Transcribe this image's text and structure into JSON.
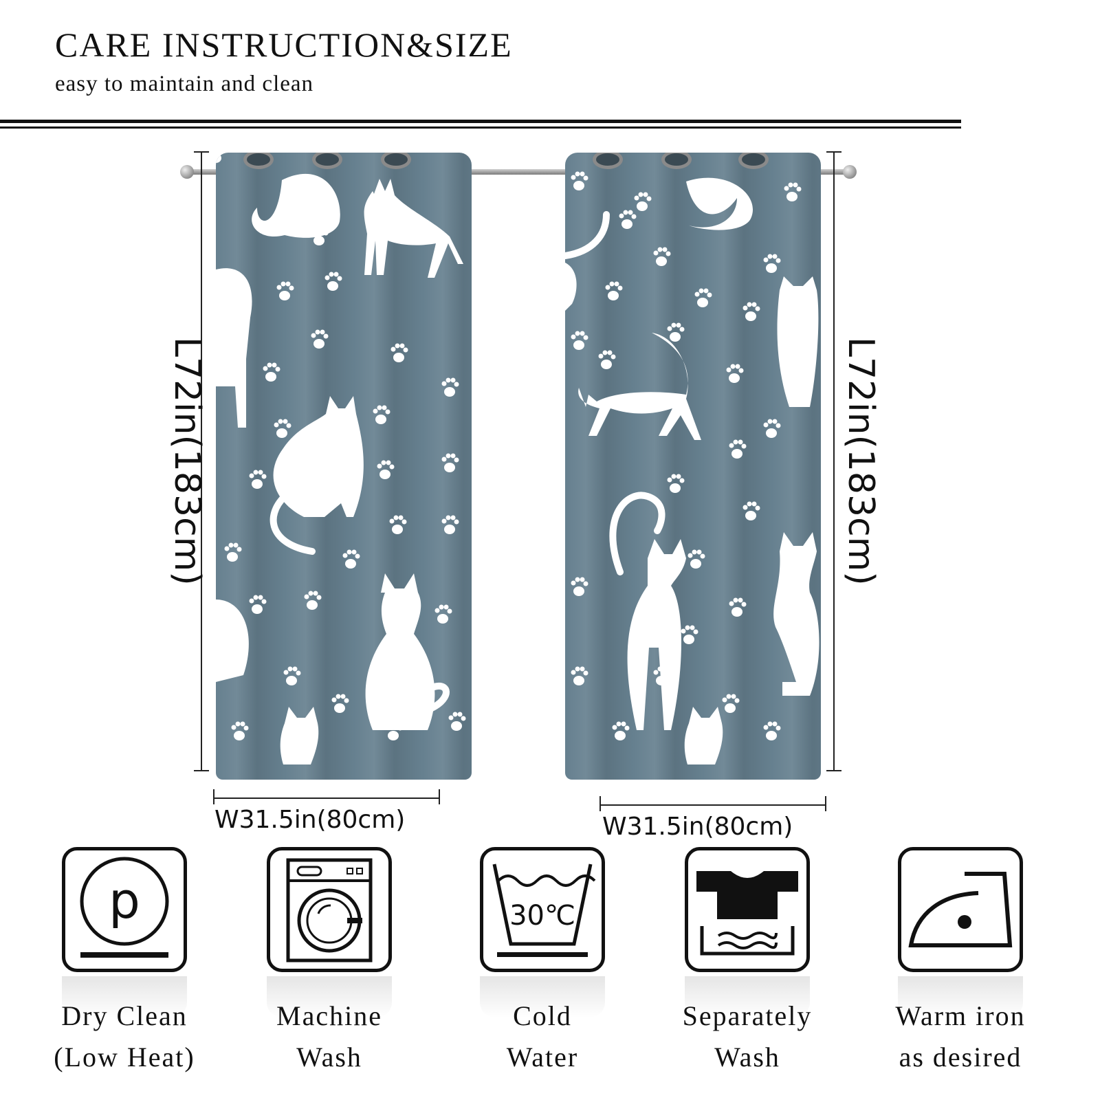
{
  "header": {
    "title": "CARE INSTRUCTION&SIZE",
    "subtitle": "easy to maintain and clean"
  },
  "colors": {
    "curtain": "#66808f",
    "pattern": "#ffffff",
    "ink": "#111111"
  },
  "dimensions": {
    "length_label": "L72in(183cm)",
    "width_label": "W31.5in(80cm)"
  },
  "care": [
    {
      "icon": "dry-clean-icon",
      "label1": "Dry Clean",
      "label2": "(Low Heat)"
    },
    {
      "icon": "machine-wash-icon",
      "label1": "Machine",
      "label2": "Wash"
    },
    {
      "icon": "cold-water-icon",
      "label1": "Cold",
      "label2": "Water",
      "temp": "30℃"
    },
    {
      "icon": "separately-wash-icon",
      "label1": "Separately",
      "label2": "Wash"
    },
    {
      "icon": "warm-iron-icon",
      "label1": "Warm iron",
      "label2": "as desired"
    }
  ]
}
